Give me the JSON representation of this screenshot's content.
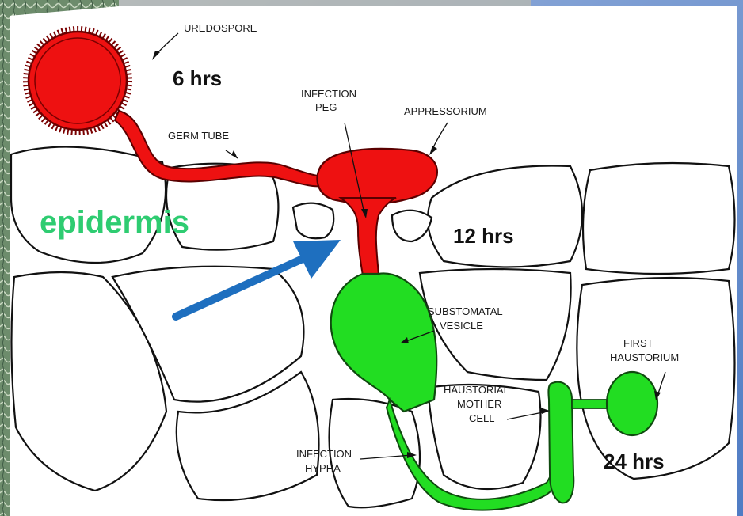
{
  "labels": {
    "uredospore": "UREDOSPORE",
    "germ_tube": "GERM TUBE",
    "infection_peg_line1": "INFECTION",
    "infection_peg_line2": "PEG",
    "appressorium": "APPRESSORIUM",
    "substomatal_line1": "SUBSTOMATAL",
    "substomatal_line2": "VESICLE",
    "haustorial_line1": "HAUSTORIAL",
    "haustorial_line2": "MOTHER",
    "haustorial_line3": "CELL",
    "first_haustorium_line1": "FIRST",
    "first_haustorium_line2": "HAUSTORIUM",
    "infection_hypha_line1": "INFECTION",
    "infection_hypha_line2": "HYPHA",
    "epidermis": "epidermis"
  },
  "times": {
    "t1": "6 hrs",
    "t2": "12 hrs",
    "t3": "24 hrs"
  },
  "colors": {
    "pre_penetration": "#ee1111",
    "post_penetration": "#22dd22",
    "epidermis_text": "#2ecc71",
    "arrow": "#1e6fbf",
    "background_left": "#6f8f6a",
    "background_right": "#5b86c8"
  }
}
